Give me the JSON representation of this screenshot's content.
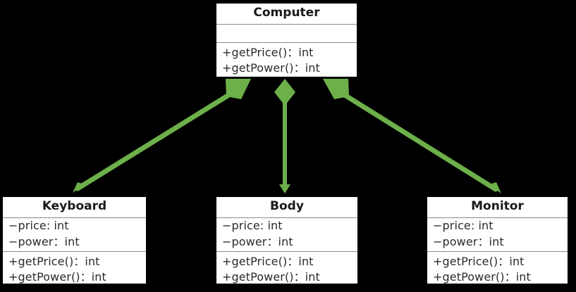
{
  "diagram": {
    "type": "uml-class-diagram",
    "title_visible": false,
    "background_color": "#000000",
    "box_fill_color": "#ffffff",
    "box_border_color": "#000000",
    "divider_color": "#8a8a8a",
    "relationship_color": "#6db04a",
    "relationship_type": "composition"
  },
  "classes": {
    "computer": {
      "name": "Computer",
      "attributes": [],
      "methods": [
        "+getPrice()：int",
        "+getPower()：int"
      ]
    },
    "keyboard": {
      "name": "Keyboard",
      "attributes": [
        "−price: int",
        "−power：int"
      ],
      "methods": [
        "+getPrice()：int",
        "+getPower()：int"
      ]
    },
    "body": {
      "name": "Body",
      "attributes": [
        "−price: int",
        "−power：int"
      ],
      "methods": [
        "+getPrice()：int",
        "+getPower()：int"
      ]
    },
    "monitor": {
      "name": "Monitor",
      "attributes": [
        "−price: int",
        "−power：int"
      ],
      "methods": [
        "+getPrice()：int",
        "+getPower()：int"
      ]
    }
  },
  "relationships": [
    {
      "from": "Computer",
      "to": "Keyboard",
      "kind": "composition"
    },
    {
      "from": "Computer",
      "to": "Body",
      "kind": "composition"
    },
    {
      "from": "Computer",
      "to": "Monitor",
      "kind": "composition"
    }
  ]
}
